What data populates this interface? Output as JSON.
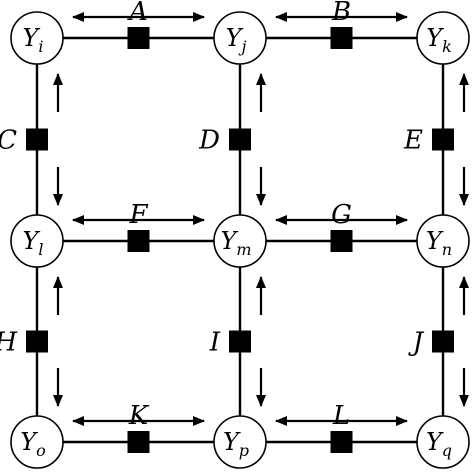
{
  "nodes": [
    {
      "id": "i",
      "base": "Y",
      "sub": "i"
    },
    {
      "id": "j",
      "base": "Y",
      "sub": "j"
    },
    {
      "id": "k",
      "base": "Y",
      "sub": "k"
    },
    {
      "id": "l",
      "base": "Y",
      "sub": "l"
    },
    {
      "id": "m",
      "base": "Y",
      "sub": "m"
    },
    {
      "id": "n",
      "base": "Y",
      "sub": "n"
    },
    {
      "id": "o",
      "base": "Y",
      "sub": "o"
    },
    {
      "id": "p",
      "base": "Y",
      "sub": "p"
    },
    {
      "id": "q",
      "base": "Y",
      "sub": "q"
    }
  ],
  "factors": [
    {
      "label": "A",
      "from": "i",
      "to": "j"
    },
    {
      "label": "B",
      "from": "j",
      "to": "k"
    },
    {
      "label": "C",
      "from": "i",
      "to": "l"
    },
    {
      "label": "D",
      "from": "j",
      "to": "m"
    },
    {
      "label": "E",
      "from": "k",
      "to": "n"
    },
    {
      "label": "F",
      "from": "l",
      "to": "m"
    },
    {
      "label": "G",
      "from": "m",
      "to": "n"
    },
    {
      "label": "H",
      "from": "l",
      "to": "o"
    },
    {
      "label": "I",
      "from": "m",
      "to": "p"
    },
    {
      "label": "J",
      "from": "n",
      "to": "q"
    },
    {
      "label": "K",
      "from": "o",
      "to": "p"
    },
    {
      "label": "L",
      "from": "p",
      "to": "q"
    }
  ]
}
